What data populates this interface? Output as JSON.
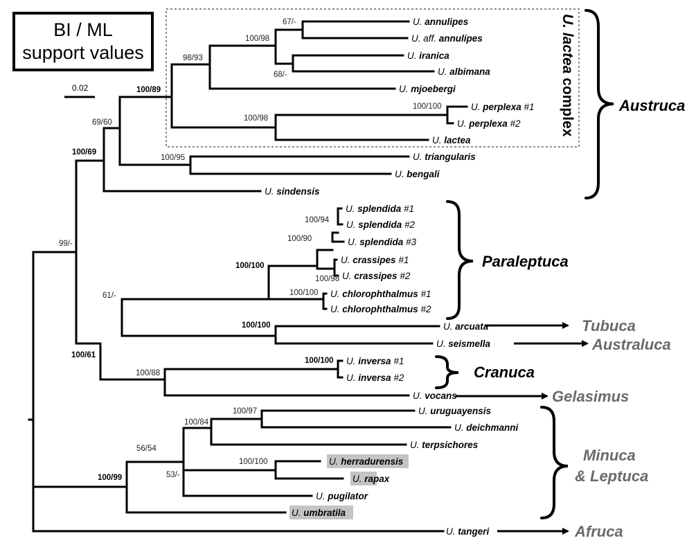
{
  "legend": {
    "line1": "BI / ML",
    "line2": "support values"
  },
  "scale_bar": {
    "label": "0.02"
  },
  "complex_label": {
    "prefix": "U. lactea",
    "suffix": " complex"
  },
  "taxa": {
    "annulipes": {
      "genus": "U.",
      "name": "annulipes",
      "suffix": ""
    },
    "aff_annulipes": {
      "genus": "U. aff.",
      "name": "annulipes",
      "suffix": ""
    },
    "iranica": {
      "genus": "U.",
      "name": "iranica",
      "suffix": ""
    },
    "albimana": {
      "genus": "U.",
      "name": "albimana",
      "suffix": ""
    },
    "mjoebergi": {
      "genus": "U.",
      "name": "mjoebergi",
      "suffix": ""
    },
    "perplexa1": {
      "genus": "U.",
      "name": "perplexa",
      "suffix": " #1"
    },
    "perplexa2": {
      "genus": "U.",
      "name": "perplexa",
      "suffix": " #2"
    },
    "lactea": {
      "genus": "U.",
      "name": "lactea",
      "suffix": ""
    },
    "triangularis": {
      "genus": "U.",
      "name": "triangularis",
      "suffix": ""
    },
    "bengali": {
      "genus": "U.",
      "name": "bengali",
      "suffix": ""
    },
    "sindensis": {
      "genus": "U.",
      "name": "sindensis",
      "suffix": ""
    },
    "splendida1": {
      "genus": "U.",
      "name": "splendida",
      "suffix": " #1"
    },
    "splendida2": {
      "genus": "U.",
      "name": "splendida",
      "suffix": " #2"
    },
    "splendida3": {
      "genus": "U.",
      "name": "splendida",
      "suffix": " #3"
    },
    "crassipes1": {
      "genus": "U.",
      "name": "crassipes",
      "suffix": " #1"
    },
    "crassipes2": {
      "genus": "U.",
      "name": "crassipes",
      "suffix": " #2"
    },
    "chlorophthalmus1": {
      "genus": "U.",
      "name": "chlorophthalmus",
      "suffix": " #1"
    },
    "chlorophthalmus2": {
      "genus": "U.",
      "name": "chlorophthalmus",
      "suffix": " #2"
    },
    "arcuata": {
      "genus": "U.",
      "name": "arcuata",
      "suffix": ""
    },
    "seismella": {
      "genus": "U.",
      "name": "seismella",
      "suffix": ""
    },
    "inversa1": {
      "genus": "U.",
      "name": "inversa",
      "suffix": " #1"
    },
    "inversa2": {
      "genus": "U.",
      "name": "inversa",
      "suffix": " #2"
    },
    "vocans": {
      "genus": "U.",
      "name": "vocans",
      "suffix": ""
    },
    "uruguayensis": {
      "genus": "U.",
      "name": "uruguayensis",
      "suffix": ""
    },
    "deichmanni": {
      "genus": "U.",
      "name": "deichmanni",
      "suffix": ""
    },
    "terpsichores": {
      "genus": "U.",
      "name": "terpsichores",
      "suffix": ""
    },
    "herradurensis": {
      "genus": "U.",
      "name": "herradurensis",
      "suffix": ""
    },
    "rapax": {
      "genus": "U.",
      "name": "rapax",
      "suffix": ""
    },
    "pugilator": {
      "genus": "U.",
      "name": "pugilator",
      "suffix": ""
    },
    "umbratila": {
      "genus": "U.",
      "name": "umbratila",
      "suffix": ""
    },
    "tangeri": {
      "genus": "U.",
      "name": "tangeri",
      "suffix": ""
    }
  },
  "supports": {
    "s67": "67/-",
    "s100_98a": "100/98",
    "s98_93": "98/93",
    "s68": "68/-",
    "s100_89": "100/89",
    "s100_100a": "100/100",
    "s100_98b": "100/98",
    "s69_60": "69/60",
    "s100_69": "100/69",
    "s100_95": "100/95",
    "s99": "99/-",
    "s100_94": "100/94",
    "s100_90": "100/90",
    "s100_100b": "100/100",
    "s100_98c": "100/98",
    "s100_100c": "100/100",
    "s61": "61/-",
    "s100_100d": "100/100",
    "s100_61": "100/61",
    "s100_100e": "100/100",
    "s100_88": "100/88",
    "s100_97": "100/97",
    "s100_84": "100/84",
    "s56_54": "56/54",
    "s100_100f": "100/100",
    "s53": "53/-",
    "s100_99": "100/99"
  },
  "groups": {
    "austruca": "Austruca",
    "paraleptuca": "Paraleptuca",
    "tubuca": "Tubuca",
    "australuca": "Australuca",
    "cranuca": "Cranuca",
    "gelasimus": "Gelasimus",
    "minuca1": "Minuca",
    "minuca2": "& Leptuca",
    "afruca": "Afruca"
  },
  "colors": {
    "grey_group": "#6a6a6a",
    "highlight": "#c4c4c4"
  }
}
